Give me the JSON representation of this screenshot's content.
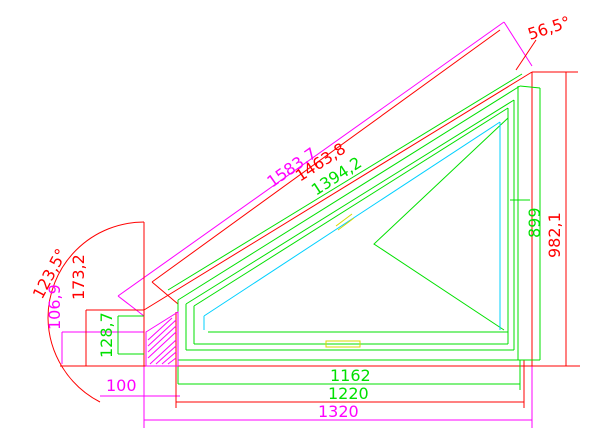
{
  "dimensions": {
    "d1583": "1583,7",
    "d1463": "1463,8",
    "d1394": "1394,2",
    "d982": "982,1",
    "d899": "899",
    "d1162": "1162",
    "d1220": "1220",
    "d1320": "1320",
    "d100": "100",
    "d173": "173,2",
    "d106": "106,9",
    "d128": "128,7"
  },
  "angles": {
    "top": "56,5°",
    "left": "123,5°"
  },
  "colors": {
    "red": "#ff0000",
    "green": "#00e000",
    "magenta": "#ff00ff",
    "cyan": "#00d0ff",
    "yellow": "#d8d800",
    "frame": "#00ff00"
  }
}
